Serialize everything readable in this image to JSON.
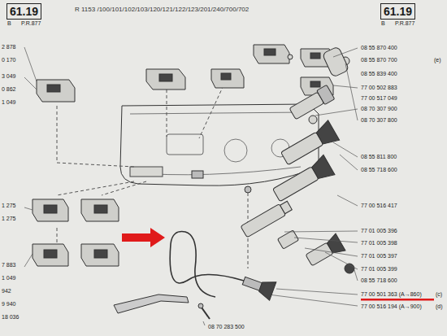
{
  "diagram": {
    "title": "R 1153 /100/101/102/103/120/121/122/123/201/240/700/702",
    "nodes": [
      {
        "text": [
          "61.19"
        ]
      },
      {
        "text": [
          "61.19"
        ]
      }
    ],
    "labels": [
      "B",
      "P.R.877",
      "B",
      "P.R.877",
      "2 878",
      "0 170",
      "3 049",
      "0 862",
      "1 049",
      "1 275",
      "1 275",
      "7 883",
      "1 049",
      "942",
      "9 940",
      "18 036",
      "08 55 870 400",
      "08 55 870 700",
      "08 55 839 400",
      "(e)",
      "77 00 502 883",
      "77 00 517 049",
      "08 70 307 900",
      "08 70 307 800",
      "08 55 811 800",
      "08 55 718 600",
      "77 00 516 417",
      "77 01 005 396",
      "77 01 005 398",
      "77 01 005 397",
      "77 01 005 399",
      "08 55 718 600",
      "77 00 501 363 (A→860)",
      "(c)",
      "77 00 516 194 (A→900)",
      "(d)",
      "08 70 283 500"
    ]
  }
}
